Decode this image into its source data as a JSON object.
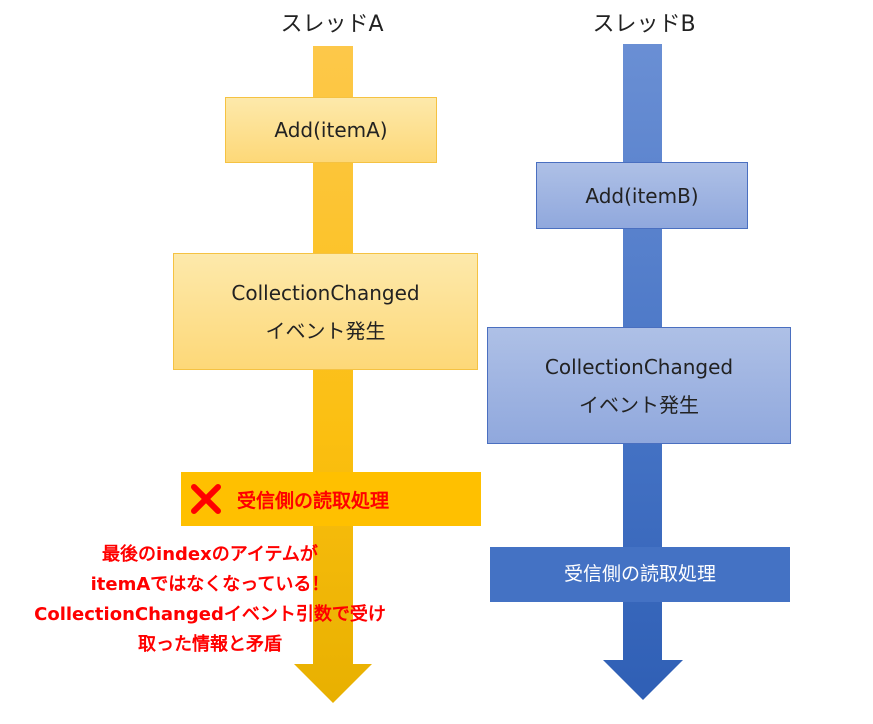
{
  "threads": {
    "a": {
      "title": "スレッドA"
    },
    "b": {
      "title": "スレッドB"
    }
  },
  "thread_a": {
    "add": "Add(itemA)",
    "event_line1": "CollectionChanged",
    "event_line2": "イベント発生",
    "receive": "受信側の読取処理",
    "receive_icon": "cross-icon"
  },
  "thread_b": {
    "add": "Add(itemB)",
    "event_line1": "CollectionChanged",
    "event_line2": "イベント発生",
    "receive": "受信側の読取処理"
  },
  "warning": {
    "line1": "最後のindexのアイテムが",
    "line2": "itemAではなくなっている！",
    "line3": "CollectionChangedイベント引数で受け",
    "line4": "取った情報と矛盾"
  },
  "colors": {
    "thread_a": "#fbc21d",
    "thread_b": "#4472c4",
    "warning": "#ff0000"
  }
}
